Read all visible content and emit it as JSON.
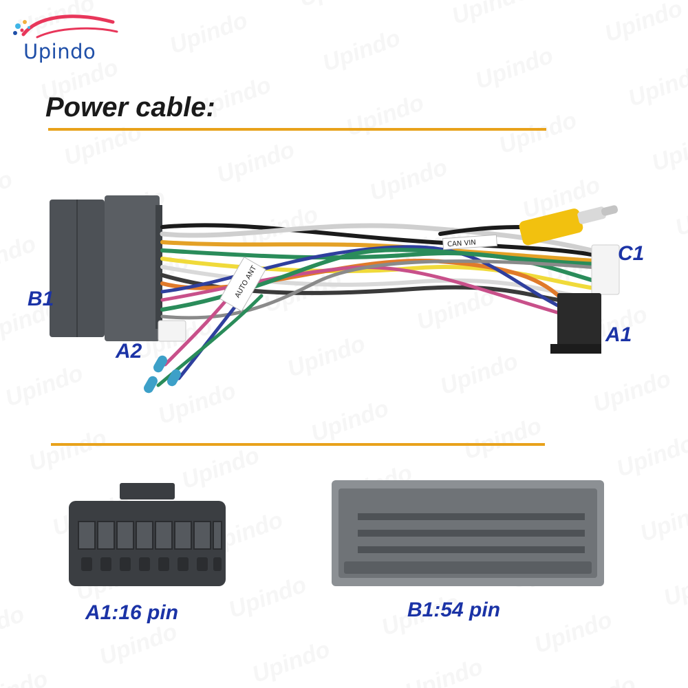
{
  "brand": {
    "name": "Upindo",
    "logo_colors": [
      "#e8365a",
      "#f2b03d",
      "#1f4fa8",
      "#3fb5e6"
    ]
  },
  "heading": "Power cable:",
  "labels": {
    "b1": "B1",
    "a2": "A2",
    "c1": "C1",
    "a1": "A1"
  },
  "captions": {
    "a1": "A1:16 pin",
    "b1": "B1:54 pin"
  },
  "cable_tags": [
    "CAN VIN",
    "AUTO ANT"
  ],
  "colors": {
    "accent_rule": "#e8a21b",
    "label_blue": "#1b33a6",
    "connector_grey": "#5a5e63",
    "rca_yellow": "#f2c10f"
  },
  "watermark_text": "Upindo"
}
